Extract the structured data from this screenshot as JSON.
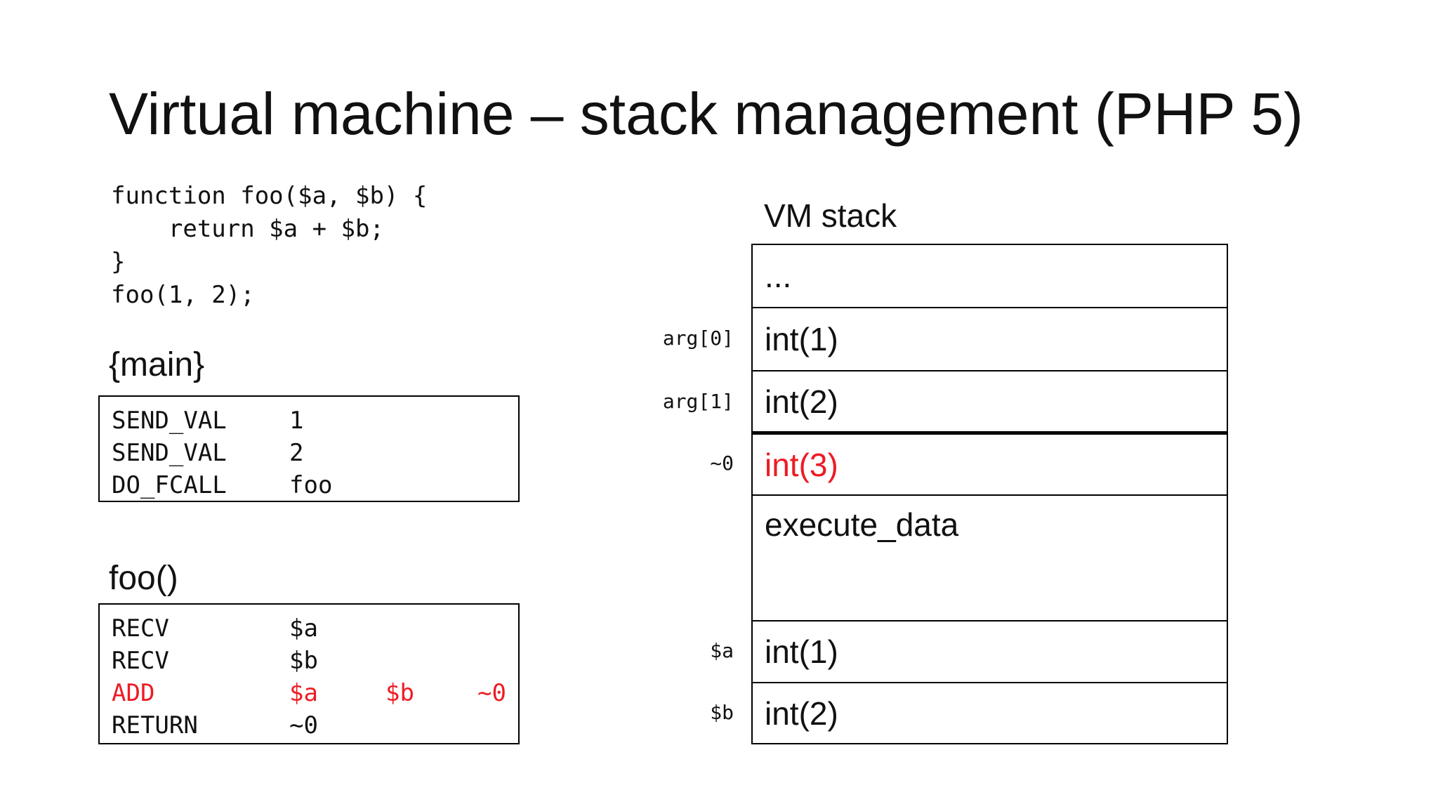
{
  "slide": {
    "title": "Virtual machine – stack management (PHP 5)"
  },
  "code_block": {
    "lines": [
      "function foo($a, $b) {",
      "    return $a + $b;",
      "}",
      "foo(1, 2);"
    ]
  },
  "main_block": {
    "label": "{main}",
    "rows": [
      {
        "op": "SEND_VAL",
        "operand1": "1"
      },
      {
        "op": "SEND_VAL",
        "operand1": "2"
      },
      {
        "op": "DO_FCALL",
        "operand1": "foo"
      }
    ]
  },
  "foo_block": {
    "label": "foo()",
    "rows": [
      {
        "op": "RECV",
        "operand1": "$a"
      },
      {
        "op": "RECV",
        "operand1": "$b"
      },
      {
        "op": "ADD",
        "operand1": "$a",
        "operand2": "$b",
        "operand3": "~0"
      },
      {
        "op": "RETURN",
        "operand1": "~0"
      }
    ]
  },
  "vm_stack": {
    "label": "VM stack",
    "cells": [
      {
        "label": "",
        "value": "..."
      },
      {
        "label": "arg[0]",
        "value": "int(1)"
      },
      {
        "label": "arg[1]",
        "value": "int(2)"
      },
      {
        "label": "~0",
        "value": "int(3)"
      },
      {
        "label": "",
        "value": "execute_data"
      },
      {
        "label": "$a",
        "value": "int(1)"
      },
      {
        "label": "$b",
        "value": "int(2)"
      }
    ]
  },
  "colors": {
    "highlight_red": "#ed1c24",
    "text": "#111111",
    "border": "#000000",
    "background": "#ffffff"
  }
}
